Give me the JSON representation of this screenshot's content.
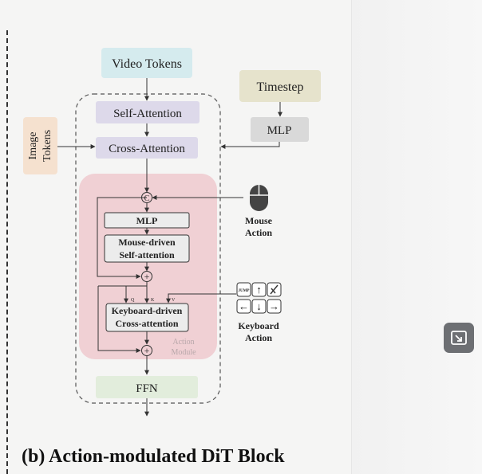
{
  "diagram": {
    "video_tokens": "Video Tokens",
    "self_attention": "Self-Attention",
    "cross_attention": "Cross-Attention",
    "image_tokens_line1": "Image",
    "image_tokens_line2": "Tokens",
    "timestep": "Timestep",
    "timestep_mlp": "MLP",
    "concat_symbol": "C",
    "action_mlp": "MLP",
    "mouse_driven_line1": "Mouse-driven",
    "mouse_driven_line2": "Self-attention",
    "plus_symbol": "+",
    "q_label": "Q",
    "k_label": "K",
    "v_label": "V",
    "keyboard_driven_line1": "Keyboard-driven",
    "keyboard_driven_line2": "Cross-attention",
    "action_module_line1": "Action",
    "action_module_line2": "Module",
    "ffn": "FFN",
    "mouse_action_line1": "Mouse",
    "mouse_action_line2": "Action",
    "keyboard_action_line1": "Keyboard",
    "keyboard_action_line2": "Action",
    "key_jump": "JUMP"
  },
  "caption": "(b) Action-modulated DiT Block",
  "expand_icon": "expand-icon",
  "colors": {
    "video_tokens": "#d5ebee",
    "attention_blocks": "#ddd9ea",
    "image_tokens": "#f5e1cf",
    "timestep": "#e6e3cc",
    "mlp_gray": "#d9d9d9",
    "action_module": "#f0d0d4",
    "ffn": "#e2eddc",
    "expand_button": "#6d6f73"
  }
}
